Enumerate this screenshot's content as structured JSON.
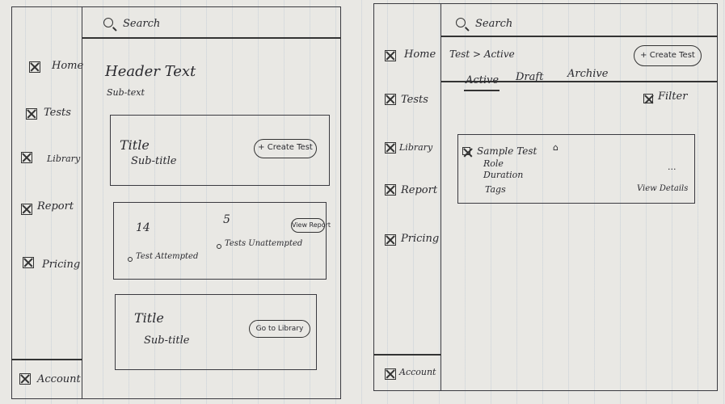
{
  "left": {
    "search": "Search",
    "nav": [
      {
        "label": "Home"
      },
      {
        "label": "Tests"
      },
      {
        "label": "Library"
      },
      {
        "label": "Report"
      },
      {
        "label": "Pricing"
      }
    ],
    "account": "Account",
    "header_title": "Header Text",
    "header_subtitle": "Sub-text",
    "card1": {
      "title": "Title",
      "subtitle": "Sub-title",
      "button": "+ Create Test"
    },
    "stats": {
      "value1": "14",
      "value2": "5",
      "label1": "Test Attempted",
      "label2": "Tests Unattempted",
      "button": "View Report"
    },
    "card3": {
      "title": "Title",
      "subtitle": "Sub-title",
      "button": "Go to Library"
    }
  },
  "right": {
    "search": "Search",
    "nav": [
      {
        "label": "Home"
      },
      {
        "label": "Tests"
      },
      {
        "label": "Library"
      },
      {
        "label": "Report"
      },
      {
        "label": "Pricing"
      }
    ],
    "account": "Account",
    "breadcrumb": "Test > Active",
    "create_button": "+ Create Test",
    "tabs": [
      "Active",
      "Draft",
      "Archive"
    ],
    "filter": "Filter",
    "test_card": {
      "title": "Sample Test",
      "role": "Role",
      "duration": "Duration",
      "tags": "Tags",
      "button": "View Details",
      "more": "..."
    }
  }
}
